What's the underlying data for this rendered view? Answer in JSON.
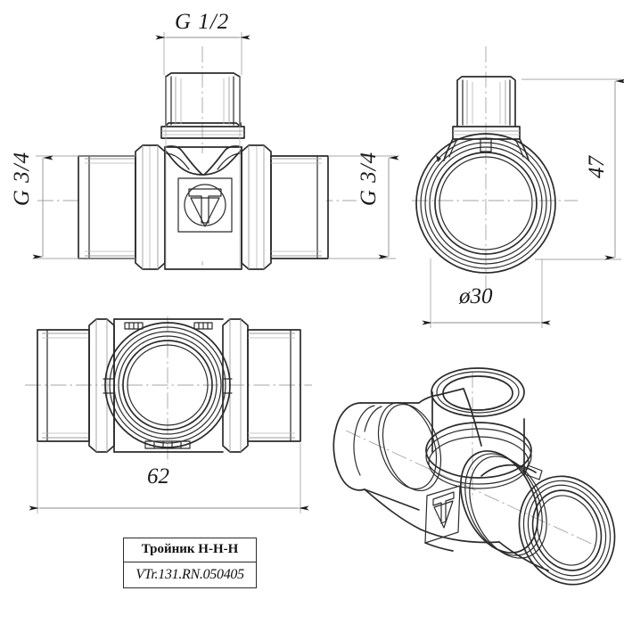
{
  "drawing": {
    "kind": "engineering-drawing",
    "product": "VALTEC tee fitting",
    "line_color": "#2b2b2b",
    "thin_line_color": "#8c8c8c",
    "center_line_color": "#9a9a9a",
    "background": "#ffffff"
  },
  "dimensions": {
    "branch_thread": "G 1/2",
    "run_thread_left": "G 3/4",
    "run_thread_right": "G 3/4",
    "height": "47",
    "diameter": "ø30",
    "length": "62"
  },
  "title_block": {
    "name": "Тройник Н-Н-Н",
    "code": "VTr.131.RN.050405"
  },
  "views": {
    "front": {
      "label": "front-elevation-view"
    },
    "end": {
      "label": "end-view"
    },
    "top": {
      "label": "top-view"
    },
    "iso": {
      "label": "isometric-view"
    }
  },
  "logo": {
    "name": "valtec-logo",
    "description": "square frame containing circle with V-T monogram"
  }
}
